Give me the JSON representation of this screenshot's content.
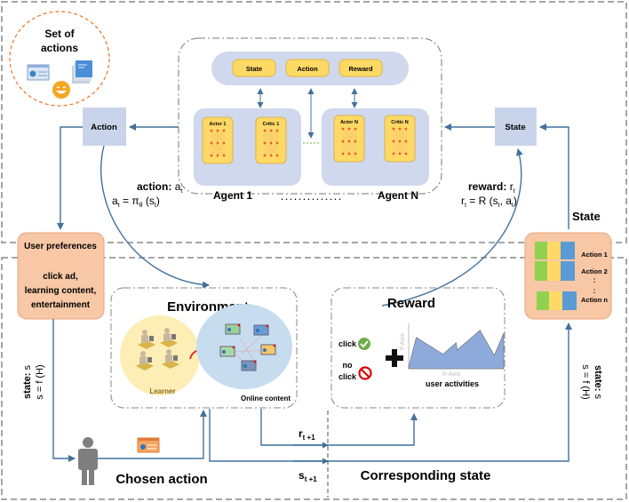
{
  "set_of_actions": {
    "title_line1": "Set of",
    "title_line2": "actions"
  },
  "hub": {
    "state": "State",
    "action": "Action",
    "reward": "Reward"
  },
  "agents": [
    {
      "name": "Agent 1",
      "actor": "Actor 1",
      "critic": "Critic 1"
    },
    {
      "name": "Agent N",
      "actor": "Actor N",
      "critic": "Critic N"
    }
  ],
  "agents_ellipsis": ". . . . . . . . . . . . . .",
  "action_box": "Action",
  "state_box": "State",
  "action_formula": {
    "label": "action:",
    "var": "a",
    "sub": "t",
    "eq_lhs": "a",
    "eq": "= π",
    "theta": "θ",
    "arg": "(s",
    "close": ")"
  },
  "reward_formula": {
    "label": "reward:",
    "var": "r",
    "sub": "t",
    "eq": "r",
    "rhs": "= R (s",
    "mid": ", a",
    "close": ")"
  },
  "state_heading": "State",
  "user_prefs": {
    "title": "User preferences",
    "line1": "click ad,",
    "line2": "learning content,",
    "line3": "entertainment"
  },
  "state_panel": {
    "items": [
      "Action 1",
      "Action 2",
      "Action n"
    ],
    "ellipsis": ":"
  },
  "environment": {
    "title": "Environment",
    "learner": "Learner",
    "online": "Online content"
  },
  "reward_panel": {
    "title": "Reward",
    "click": "click",
    "no_click_1": "no",
    "no_click_2": "click",
    "x_axis": "X-Axis",
    "y_axis": "Y-Axis",
    "caption": "user activities"
  },
  "left_state": {
    "label": "state:",
    "var": "s",
    "eq": "= f (H",
    "close": ")"
  },
  "right_state": {
    "label": "state:",
    "var": "s",
    "eq": "= f (H",
    "close": ")"
  },
  "chosen_action": "Chosen action",
  "corresponding_state": "Corresponding state",
  "r_next": {
    "var": "r",
    "sub": "t +1"
  },
  "s_next": {
    "var": "s",
    "sub": "t +1"
  },
  "colors": {
    "arrow": "#41719c",
    "box_blue": "#c9d4ea",
    "hub_bg": "#cfd8ec",
    "yellow": "#ffd966",
    "orange": "#f7c7a6",
    "orange_border": "#e9a37a",
    "green": "#92d050",
    "blue": "#5b9bd5",
    "gold": "#ffd966"
  }
}
